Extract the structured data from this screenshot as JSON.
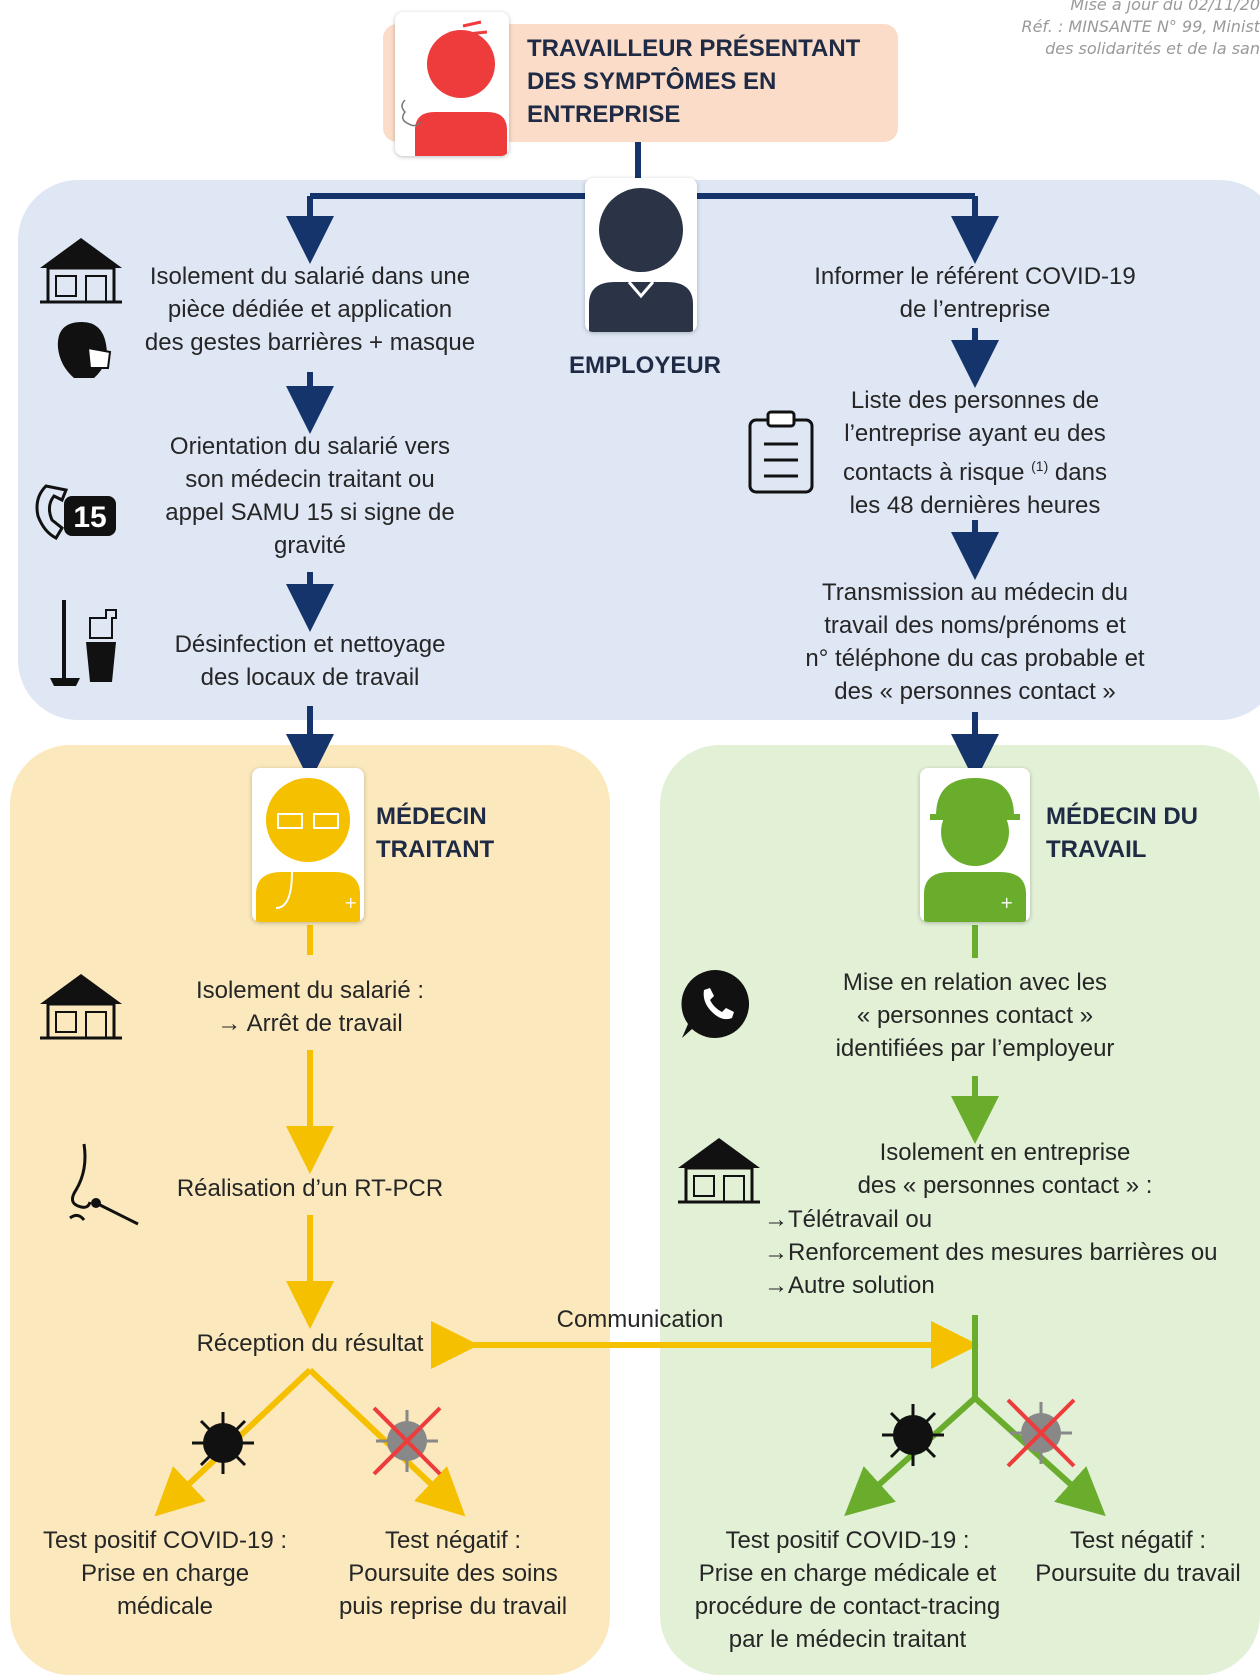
{
  "header_note": {
    "line1": "Mise à jour du 02/11/20",
    "line2": "Réf. : MINSANTE N° 99, Minist",
    "line3": "des solidarités et de la san"
  },
  "top": {
    "title_line1": "TRAVAILLEUR PRÉSENTANT",
    "title_line2": "DES SYMPTÔMES EN",
    "title_line3": "ENTREPRISE",
    "icon": "sick-worker-icon"
  },
  "employer": {
    "label": "EMPLOYEUR",
    "left_steps": [
      {
        "lines": [
          "Isolement du salarié dans une",
          "pièce dédiée et application",
          "des gestes barrières + masque"
        ]
      },
      {
        "lines": [
          "Orientation du salarié vers",
          "son médecin traitant ou",
          "appel SAMU 15 si signe de",
          "gravité"
        ]
      },
      {
        "lines": [
          "Désinfection et nettoyage",
          "des locaux de travail"
        ]
      }
    ],
    "right_steps": [
      {
        "lines": [
          "Informer le référent COVID-19",
          "de l’entreprise"
        ]
      },
      {
        "lines": [
          "Liste des personnes de",
          "l’entreprise ayant eu des",
          "contacts à risque",
          "dans",
          "les 48 dernières heures"
        ],
        "superscript": "(1)"
      },
      {
        "lines": [
          "Transmission au médecin du",
          "travail des noms/prénoms et",
          "n° téléphone du cas probable et",
          "des « personnes contact »"
        ]
      }
    ],
    "samu_number": "15"
  },
  "medecin_traitant": {
    "title_line1": "MÉDECIN",
    "title_line2": "TRAITANT",
    "step1": [
      "Isolement du salarié :",
      "→ Arrêt de travail"
    ],
    "step2": "Réalisation d’un RT-PCR",
    "step3": "Réception du résultat",
    "positive": [
      "Test positif COVID-19 :",
      "Prise en charge",
      "médicale"
    ],
    "negative": [
      "Test négatif :",
      "Poursuite des soins",
      "puis reprise du travail"
    ]
  },
  "communication_label": "Communication",
  "medecin_travail": {
    "title_line1": "MÉDECIN DU",
    "title_line2": "TRAVAIL",
    "step1": [
      "Mise en relation avec les",
      "« personnes contact »",
      "identifiées par l’employeur"
    ],
    "step2": [
      "Isolement en entreprise",
      "des « personnes contact » :"
    ],
    "options": [
      "→Télétravail ou",
      "→Renforcement des mesures barrières ou",
      "→Autre solution"
    ],
    "positive": [
      "Test positif COVID-19 :",
      "Prise en charge médicale et",
      "procédure de contact-tracing",
      "par le médecin traitant"
    ],
    "negative": [
      "Test négatif :",
      "Poursuite du travail"
    ]
  },
  "colors": {
    "navy": "#14346b",
    "yellow": "#f5c000",
    "green": "#6aad2d",
    "red": "#ee3b3b"
  }
}
